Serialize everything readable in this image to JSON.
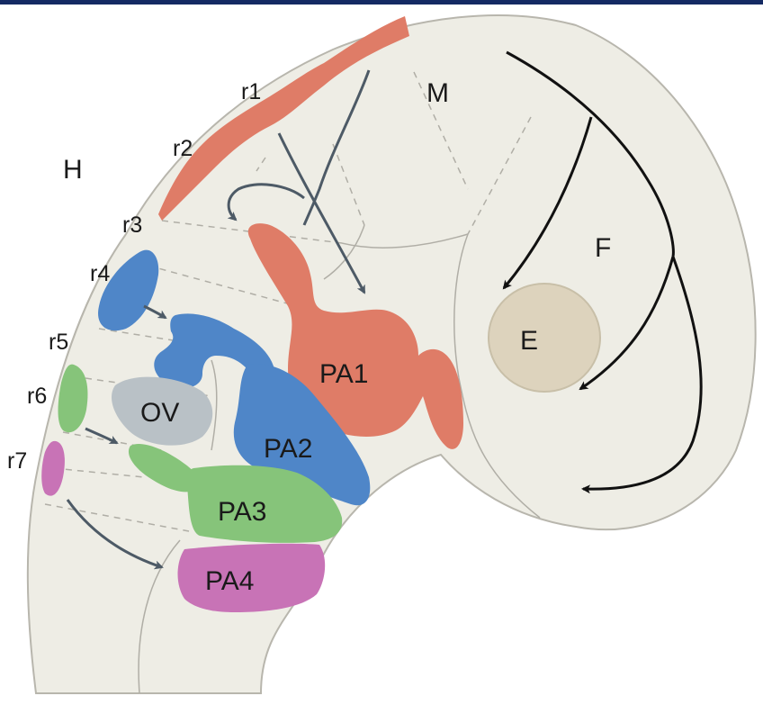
{
  "colors": {
    "frame_top": "#142a63",
    "embryo": "#eeede5",
    "embryo_stroke": "#b8b6ad",
    "rhombomere_red": "#df7c67",
    "blue": "#4f86c8",
    "green": "#86c47a",
    "magenta": "#c873b6",
    "otic_vesicle": "#b9c1c6",
    "eye": "#ddd3bd",
    "arrow_black": "#111111",
    "arrow_grey": "#4d5a66"
  },
  "regions": {
    "midbrain": "M",
    "hindbrain": "H",
    "forebrain": "F",
    "eye": "E",
    "otic_vesicle": "OV"
  },
  "rhombomeres": [
    "r1",
    "r2",
    "r3",
    "r4",
    "r5",
    "r6",
    "r7"
  ],
  "arches": {
    "pa1": "PA1",
    "pa2": "PA2",
    "pa3": "PA3",
    "pa4": "PA4"
  }
}
